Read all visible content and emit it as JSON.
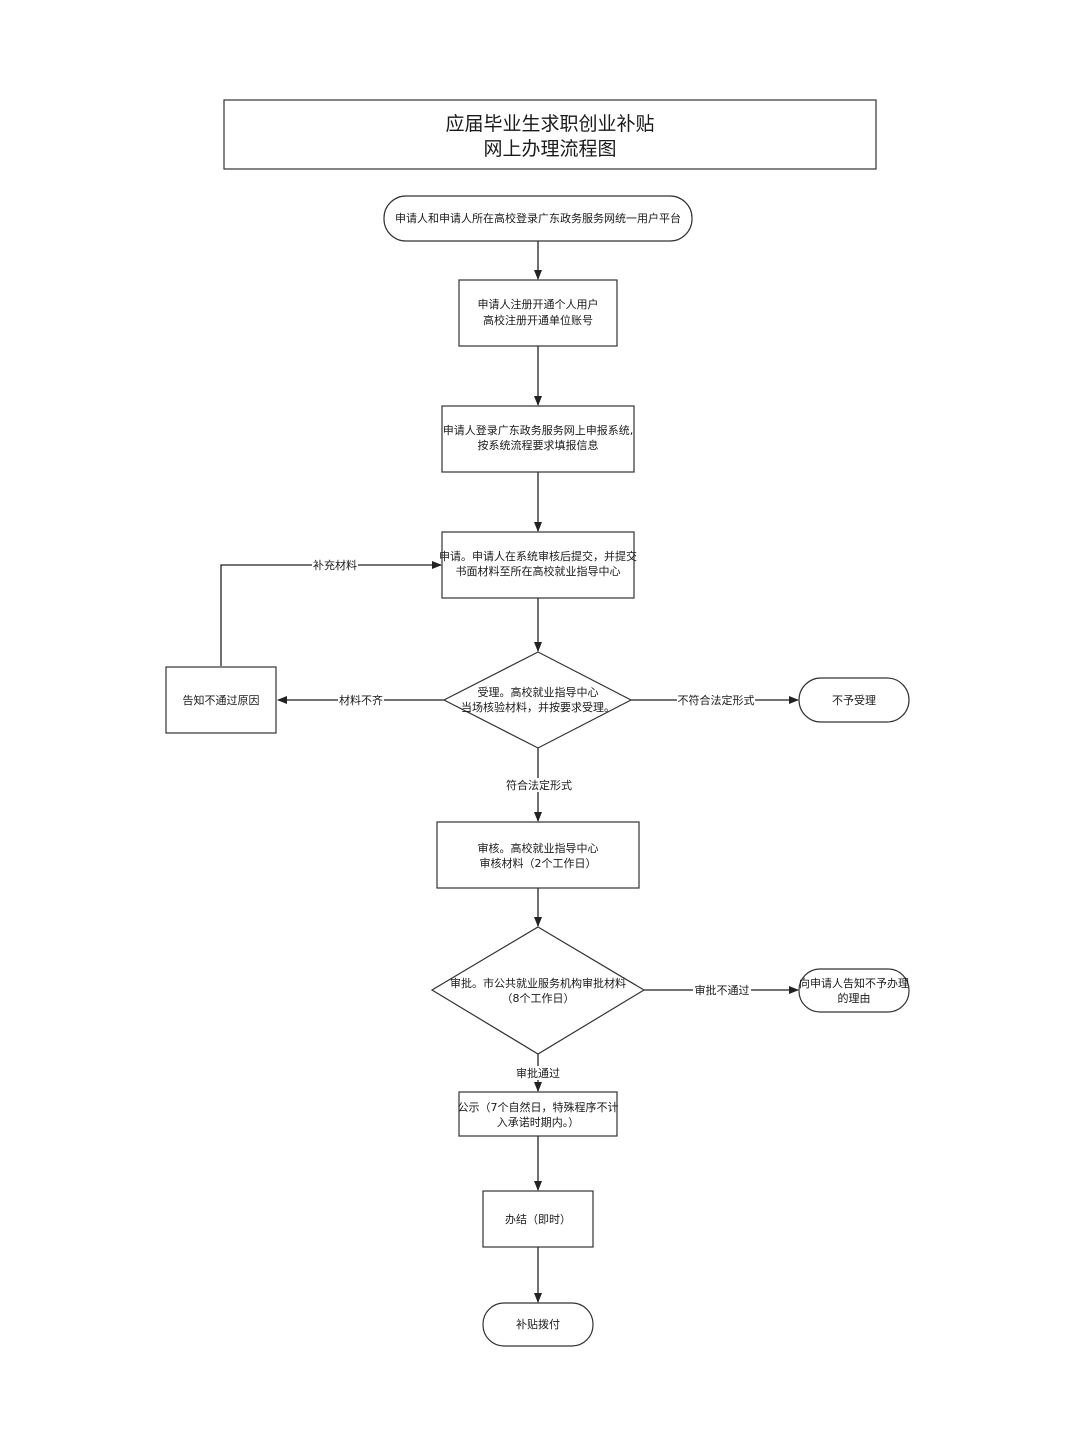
{
  "title": {
    "line1": "应届毕业生求职创业补贴",
    "line2": "网上办理流程图"
  },
  "nodes": {
    "login": "申请人和申请人所在高校登录广东政务服务网统一用户平台",
    "register_l1": "申请人注册开通个人用户",
    "register_l2": "高校注册开通单位账号",
    "fill_l1": "申请人登录广东政务服务网上申报系统,",
    "fill_l2": "按系统流程要求填报信息",
    "apply_l1": "申请。申请人在系统审核后提交，并提交",
    "apply_l2": "书面材料至所在高校就业指导中心",
    "accept_l1": "受理。高校就业指导中心",
    "accept_l2": "当场核验材料，并按要求受理。",
    "notify_reason": "告知不通过原因",
    "reject": "不予受理",
    "review_l1": "审核。高校就业指导中心",
    "review_l2": "审核材料（2个工作日）",
    "approve_l1": "审批。市公共就业服务机构审批材料",
    "approve_l2": "（8个工作日）",
    "notify_l1": "向申请人告知不予办理",
    "notify_l2": "的理由",
    "publicity_l1": "公示（7个自然日，特殊程序不计",
    "publicity_l2": "入承诺时期内。）",
    "finish": "办结（即时）",
    "pay": "补贴拨付"
  },
  "edge_labels": {
    "supplement": "补充材料",
    "incomplete": "材料不齐",
    "nonconforming": "不符合法定形式",
    "conforming": "符合法定形式",
    "not_approved": "审批不通过",
    "approved": "审批通过"
  }
}
